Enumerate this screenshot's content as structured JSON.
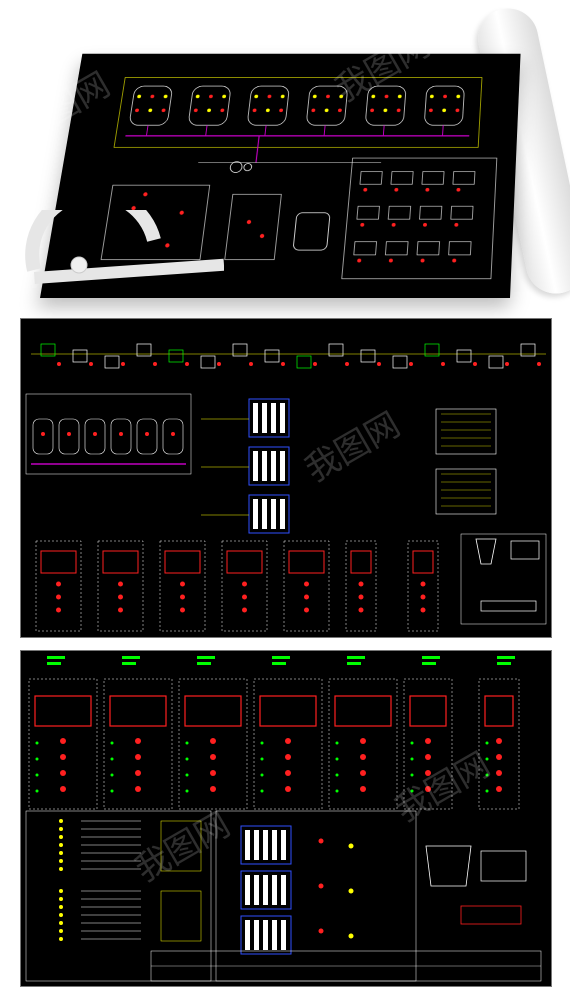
{
  "watermark": {
    "text": "我图网"
  },
  "colors": {
    "background": "#000000",
    "line_yellow": "#ffff00",
    "line_red": "#ff2020",
    "line_blue": "#3050ff",
    "line_magenta": "#c000c0",
    "line_green": "#00ff00",
    "line_white": "#ffffff",
    "line_cyan": "#00ffff"
  },
  "panels": [
    {
      "name": "top-drawing-sheet"
    },
    {
      "name": "middle-drawing-sheet"
    },
    {
      "name": "bottom-drawing-sheet"
    }
  ]
}
